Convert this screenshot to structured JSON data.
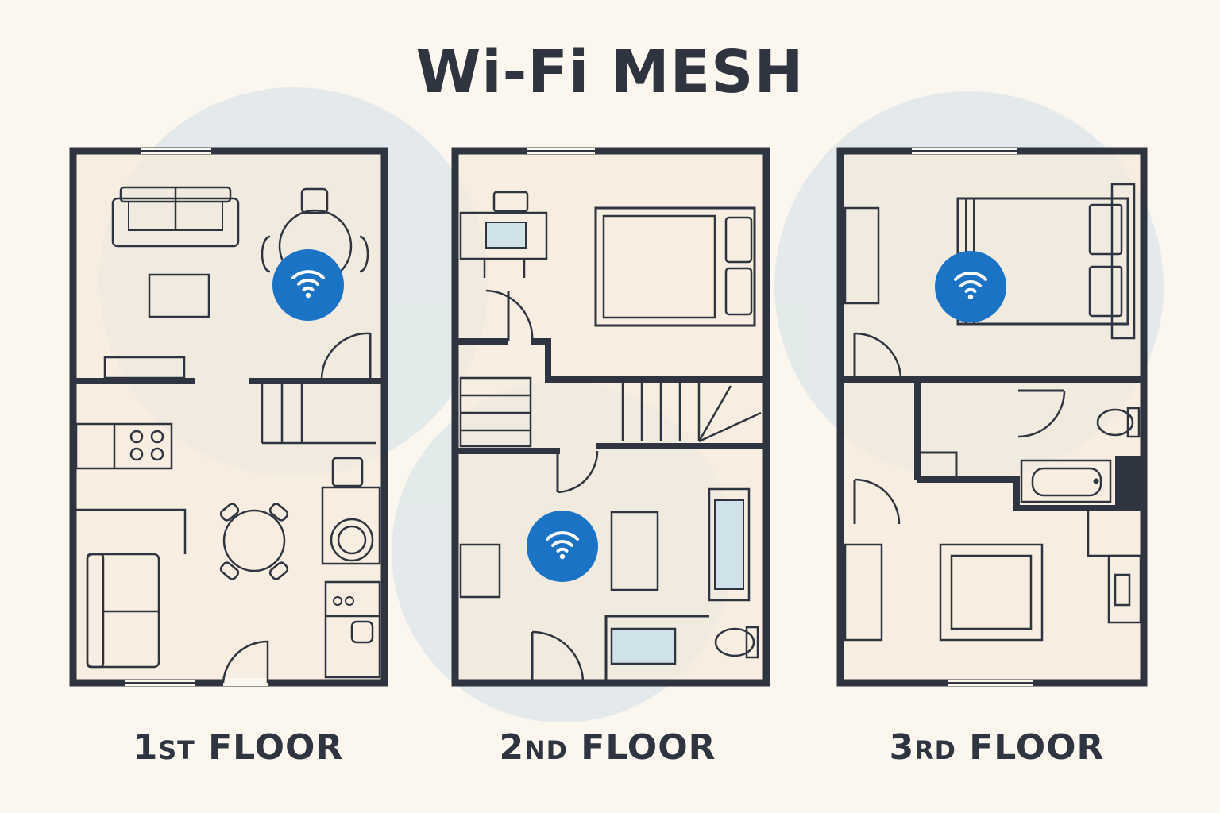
{
  "title": "Wi-Fi MESH",
  "floors": [
    {
      "num": "1",
      "suffix": "ST",
      "word": "FLOOR"
    },
    {
      "num": "2",
      "suffix": "ND",
      "word": "FLOOR"
    },
    {
      "num": "3",
      "suffix": "RD",
      "word": "FLOOR"
    }
  ],
  "access_points": [
    {
      "floor": "1st floor",
      "icon": "wifi-icon"
    },
    {
      "floor": "2nd floor",
      "icon": "wifi-icon"
    },
    {
      "floor": "3rd floor",
      "icon": "wifi-icon"
    }
  ],
  "colors": {
    "background": "#fbf7ef",
    "wall": "#2e3440",
    "floor_fill": "#f6eadb",
    "coverage": "#dfe8ea",
    "access_point": "#1a73c4"
  }
}
